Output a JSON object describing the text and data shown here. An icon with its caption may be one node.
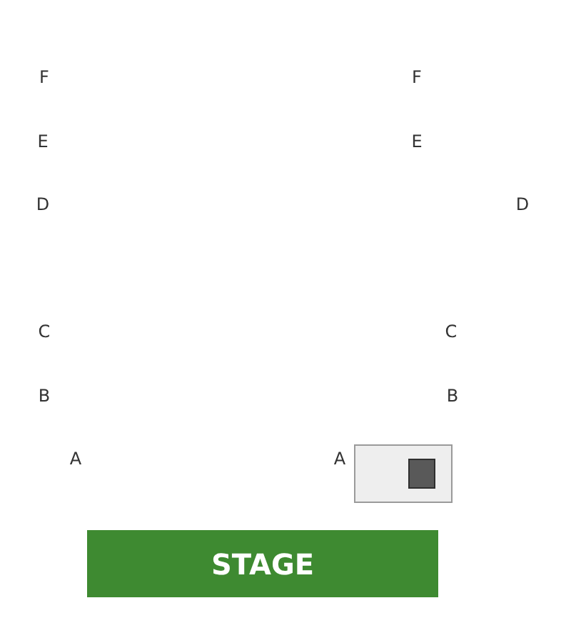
{
  "diagram": {
    "nodes": [
      {
        "text": [
          "STAGE"
        ]
      },
      {
        "text": [],
        "shape": "box"
      },
      {
        "text": [],
        "shape": "box",
        "in": 1
      }
    ],
    "labels": [
      "F",
      "F",
      "E",
      "E",
      "D",
      "D",
      "C",
      "C",
      "B",
      "B",
      "A",
      "A"
    ]
  }
}
